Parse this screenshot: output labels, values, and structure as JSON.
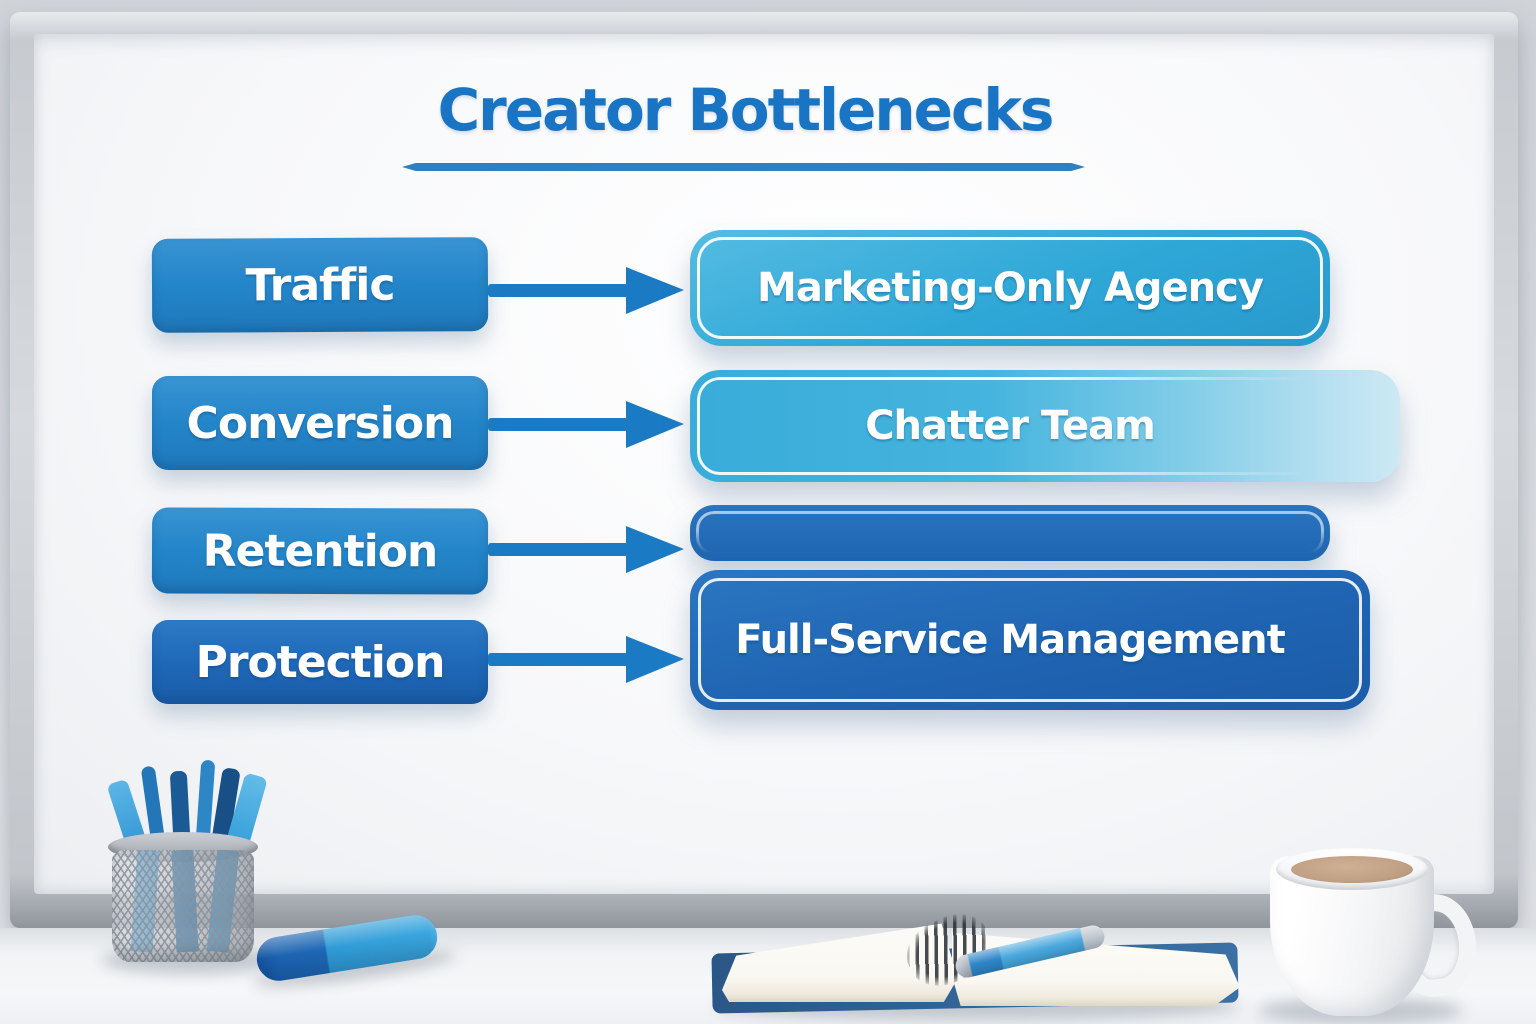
{
  "diagram": {
    "title": "Creator Bottlenecks",
    "bottlenecks": [
      {
        "label": "Traffic"
      },
      {
        "label": "Conversion"
      },
      {
        "label": "Retention"
      },
      {
        "label": "Protection"
      }
    ],
    "solutions": [
      {
        "label": "Marketing-Only Agency"
      },
      {
        "label": "Chatter Team"
      },
      {
        "label": "Full-Service Management"
      }
    ],
    "connections": [
      {
        "from": "Traffic",
        "to": "Marketing-Only Agency"
      },
      {
        "from": "Conversion",
        "to": "Chatter Team"
      },
      {
        "from": "Retention",
        "to": "Full-Service Management"
      },
      {
        "from": "Protection",
        "to": "Full-Service Management"
      }
    ],
    "colors": {
      "title_blue": "#1a74c4",
      "pill_blue": "#2385c9",
      "pill_dark_blue": "#1e67b6",
      "cyan_box": "#2ea7d7",
      "cyan_fade": "#cde9f4",
      "dark_box": "#1f64b2",
      "arrow_blue": "#1a7ac4",
      "text_white": "#ffffff"
    }
  },
  "scene": {
    "desk_items": [
      "pen-cup",
      "blue-pens",
      "marker",
      "notebook",
      "pen",
      "coffee-mug"
    ]
  }
}
